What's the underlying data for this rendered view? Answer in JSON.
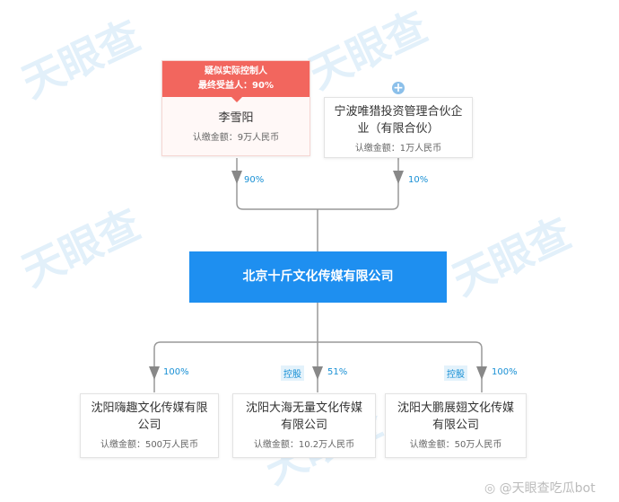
{
  "watermark": "天眼查",
  "shareholders": [
    {
      "tag_line1": "疑似实际控制人",
      "tag_line2": "最终受益人：90%",
      "name": "李雪阳",
      "amount": "认缴金额：9万人民币",
      "percent": "90%"
    },
    {
      "name": "宁波唯猎投资管理合伙企业（有限合伙）",
      "amount": "认缴金额：1万人民币",
      "percent": "10%"
    }
  ],
  "company": {
    "name": "北京十斤文化传媒有限公司"
  },
  "subsidiaries": [
    {
      "name": "沈阳嗨趣文化传媒有限公司",
      "amount": "认缴金额：500万人民币",
      "percent": "100%",
      "badge": ""
    },
    {
      "name": "沈阳大海无量文化传媒有限公司",
      "amount": "认缴金额：10.2万人民币",
      "percent": "51%",
      "badge": "控股"
    },
    {
      "name": "沈阳大鹏展翅文化传媒有限公司",
      "amount": "认缴金额：50万人民币",
      "percent": "100%",
      "badge": "控股"
    }
  ],
  "footer": {
    "credit": "@天眼查吃瓜bot"
  },
  "colors": {
    "primary": "#1e8ff0",
    "tag": "#f2665e"
  }
}
